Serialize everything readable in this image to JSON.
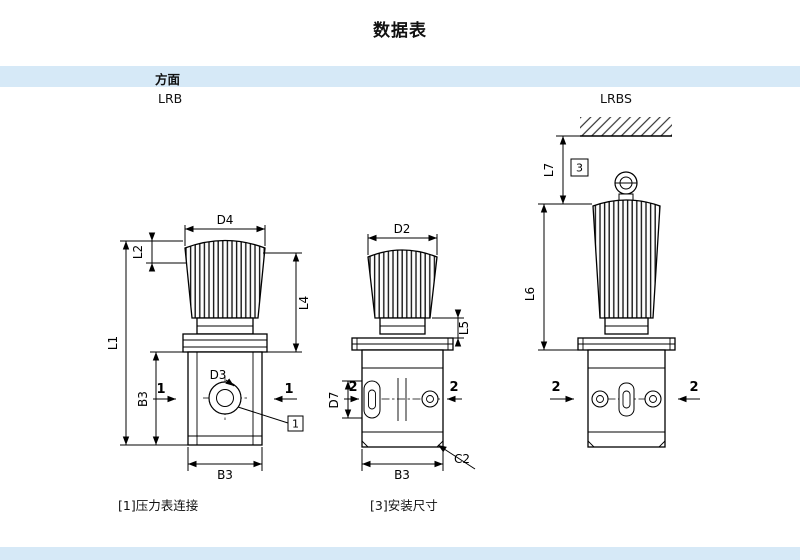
{
  "page": {
    "title": "数据表"
  },
  "section": {
    "header": "方面"
  },
  "models": {
    "left": "LRB",
    "right": "LRBS"
  },
  "dims": {
    "l1": "L1",
    "l2": "L2",
    "l4": "L4",
    "l5": "L5",
    "l6": "L6",
    "l7": "L7",
    "d2": "D2",
    "d3": "D3",
    "d4": "D4",
    "d7": "D7",
    "b3": "B3",
    "c2": "C2"
  },
  "markers": {
    "cut1": "1",
    "cut2": "2"
  },
  "callouts": {
    "gauge": "1",
    "mounting": "3"
  },
  "captions": {
    "gauge": "[1]压力表连接",
    "mounting": "[3]安装尺寸"
  },
  "colors": {
    "band": "#d6e9f7",
    "line": "#000000",
    "background": "#ffffff"
  }
}
